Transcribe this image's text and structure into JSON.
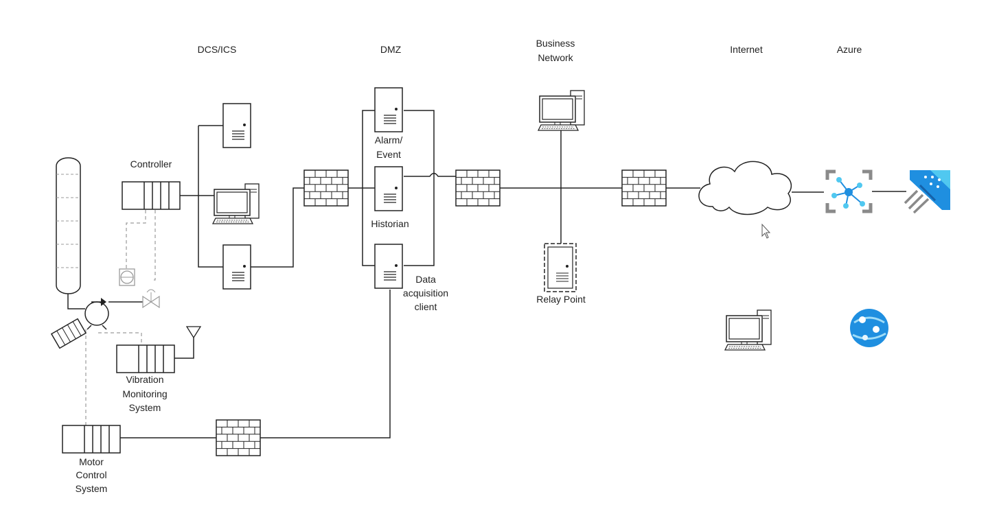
{
  "zones": {
    "dcs_ics": "DCS/ICS",
    "dmz": "DMZ",
    "business_line1": "Business",
    "business_line2": "Network",
    "internet": "Internet",
    "azure": "Azure"
  },
  "labels": {
    "controller": "Controller",
    "alarm_line1": "Alarm/",
    "alarm_line2": "Event",
    "historian": "Historian",
    "dac_line1": "Data",
    "dac_line2": "acquisition",
    "dac_line3": "client",
    "relay_point": "Relay Point",
    "vibration_line1": "Vibration",
    "vibration_line2": "Monitoring",
    "vibration_line3": "System",
    "motor_line1": "Motor",
    "motor_line2": "Control",
    "motor_line3": "System"
  },
  "icons": [
    "distillation-column-icon",
    "pump-icon",
    "motor-icon",
    "valve-icon",
    "transmitter-icon",
    "antenna-icon",
    "controller-rack-icon",
    "server-icon",
    "workstation-icon",
    "firewall-icon",
    "cloud-icon",
    "azure-iot-hub-icon",
    "azure-stream-analytics-icon",
    "azure-app-service-icon",
    "cursor-icon"
  ],
  "colors": {
    "line": "#222222",
    "dashed": "#9a9a9a",
    "azure_blue": "#1f8fe0",
    "azure_light": "#50c8f0",
    "azure_gray": "#8a8a8a"
  }
}
